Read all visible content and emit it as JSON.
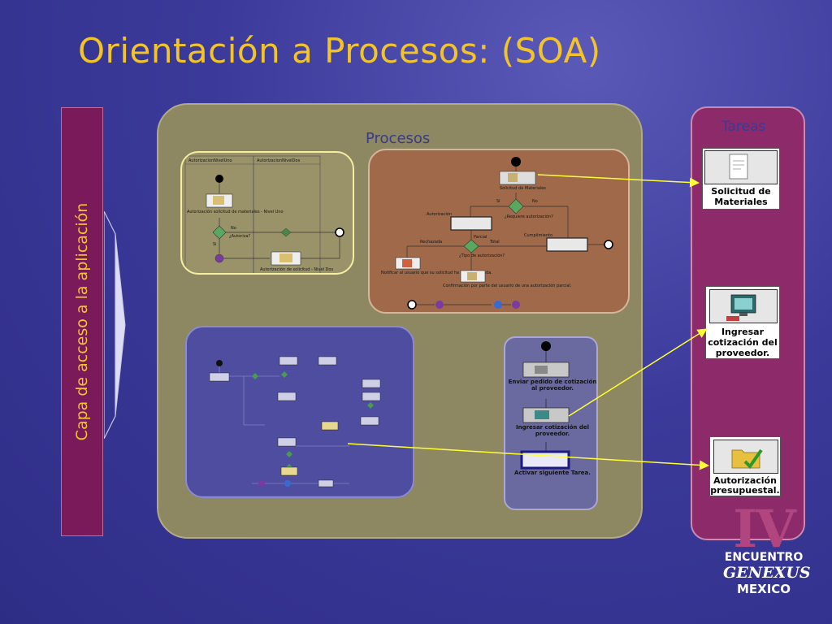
{
  "title": "Orientación a Procesos: (SOA)",
  "access_layer_label": "Capa de acceso a la aplicación",
  "procesos_label": "Procesos",
  "tareas_label": "Tareas",
  "process1": {
    "lanes": [
      "AutorizacionNivelUno",
      "AutorizacionNivelDos"
    ],
    "tasks": [
      "Autorización solicitud de materiales - Nivel Uno",
      "Autorización de solicitud - Nivel Dos"
    ],
    "gateway": "¿Autoriza?",
    "branch_no": "No",
    "branch_si": "Si"
  },
  "process2": {
    "start_task": "Solicitud de Materiales",
    "gateway1": "¿Requiere autorización?",
    "branch_si": "Si",
    "branch_no": "No",
    "sub_autorizacion": "Autorización",
    "sub_cumplimiento": "Cumplimiento",
    "gateway2": "¿Tipo de autorización?",
    "branch_rechazada": "Rechazada",
    "branch_total": "Total",
    "branch_parcial": "Parcial",
    "task_notify": "Notificar al usuario que su solicitud ha sido rechazada.",
    "task_confirm": "Confirmación por parte del usuario de una autorización parcial."
  },
  "process4": {
    "task1": "Enviar pedido de cotización al proveedor.",
    "task2": "Ingresar cotización del proveedor.",
    "task3": "Activar siguiente Tarea."
  },
  "tasks": [
    {
      "label_line1": "Solicitud de",
      "label_line2": "Materiales",
      "icon": "document-icon"
    },
    {
      "label_line1": "Ingresar",
      "label_line2": "cotización del",
      "label_line3": "proveedor.",
      "icon": "monitor-icon"
    },
    {
      "label_line1": "Autorización",
      "label_line2": "presupuestal.",
      "icon": "folder-check-icon"
    }
  ],
  "logo": {
    "numeral": "IV",
    "line1": "ENCUENTRO",
    "line2": "GENEXUS",
    "line3": "MEXICO"
  },
  "colors": {
    "title": "#f2c429",
    "background": "#3b3a9a",
    "procesos_bg": "#8d8762",
    "tareas_bg": "#8c2a6a",
    "connector": "#ffff33"
  }
}
